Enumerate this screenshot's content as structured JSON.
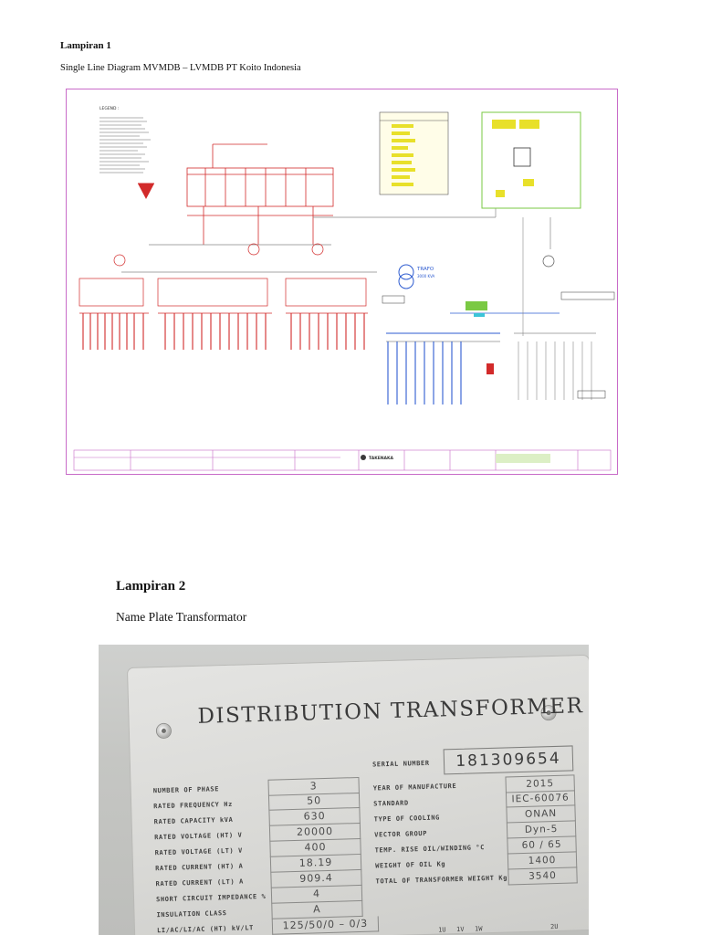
{
  "page": {
    "heading_1": "Lampiran 1",
    "caption_1": "Single Line Diagram MVMDB – LVMDB PT Koito Indonesia",
    "heading_2": "Lampiran 2",
    "caption_2": "Name Plate Transformator"
  },
  "diagram": {
    "legend_title": "LEGEND :",
    "trafo_label": "TRAFO",
    "trafo_rating": "3000 KVA",
    "title_block_company": "TAKENAKA",
    "colors": {
      "frame": "#c86bc8",
      "red_circuit": "#d22a2a",
      "blue_circuit": "#2d5bd0",
      "yellow_highlight": "#e8e02a",
      "green_box": "#7ac943",
      "grey_line": "#888888"
    }
  },
  "nameplate": {
    "title": "DISTRIBUTION TRANSFORMER",
    "left_rows": [
      {
        "label": "NUMBER OF PHASE",
        "value": "3"
      },
      {
        "label": "RATED FREQUENCY Hz",
        "value": "50"
      },
      {
        "label": "RATED CAPACITY kVA",
        "value": "630"
      },
      {
        "label": "RATED VOLTAGE (HT) V",
        "value": "20000"
      },
      {
        "label": "RATED VOLTAGE (LT) V",
        "value": "400"
      },
      {
        "label": "RATED CURRENT (HT) A",
        "value": "18.19"
      },
      {
        "label": "RATED CURRENT (LT) A",
        "value": "909.4"
      },
      {
        "label": "SHORT CIRCUIT IMPEDANCE %",
        "value": "4"
      },
      {
        "label": "INSULATION CLASS",
        "value": "A"
      },
      {
        "label": "LI/AC/LI/AC (HT) kV/LT",
        "value": "125/50/0 – 0/3"
      }
    ],
    "serial_label": "SERIAL NUMBER",
    "serial_value": "181309654",
    "right_rows": [
      {
        "label": "YEAR OF MANUFACTURE",
        "value": "2015"
      },
      {
        "label": "STANDARD",
        "value": "IEC-60076"
      },
      {
        "label": "TYPE OF COOLING",
        "value": "ONAN"
      },
      {
        "label": "VECTOR GROUP",
        "value": "Dyn-5"
      },
      {
        "label": "TEMP. RISE OIL/WINDING °C",
        "value": "60 / 65"
      },
      {
        "label": "WEIGHT OF OIL Kg",
        "value": "1400"
      },
      {
        "label": "TOTAL OF TRANSFORMER WEIGHT Kg",
        "value": "3540"
      }
    ],
    "bottom_marks": [
      "1U",
      "1V",
      "1W",
      "2U"
    ]
  }
}
